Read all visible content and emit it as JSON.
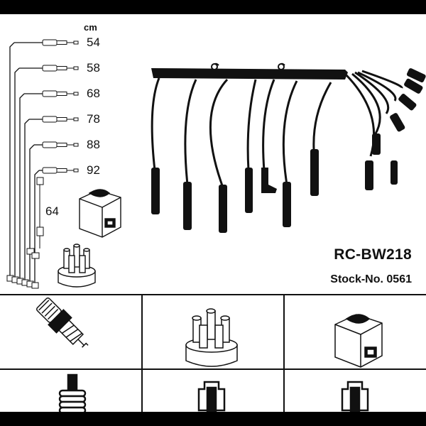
{
  "header": {
    "unit_label": "cm"
  },
  "lengths": [
    "54",
    "58",
    "68",
    "78",
    "88",
    "92",
    "64"
  ],
  "product": {
    "code": "RC-BW218",
    "stock": "Stock-No. 0561"
  },
  "icons": {
    "cable_diagram": "ignition-wire-set-icon",
    "coil": "ignition-coil-icon",
    "distributor": "distributor-cap-icon",
    "spark_plug": "spark-plug-icon",
    "terminal_plug": "spark-plug-terminal-icon",
    "terminal_cap": "distributor-terminal-icon",
    "terminal_coil": "coil-terminal-icon"
  }
}
